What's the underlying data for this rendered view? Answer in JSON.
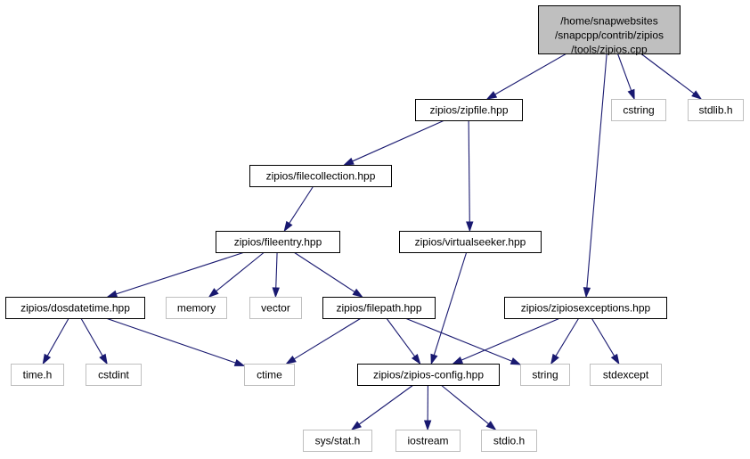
{
  "colors": {
    "edge": "#191970",
    "root_fill": "#bfbfbf",
    "node_border": "#000000",
    "external_border": "#bfbfbf",
    "text": "#000000"
  },
  "nodes": [
    {
      "id": "root",
      "kind": "root",
      "lines": [
        "/home/snapwebsites",
        "/snapcpp/contrib/zipios",
        "/tools/zipios.cpp"
      ]
    },
    {
      "id": "zipfile",
      "kind": "internal",
      "lines": [
        "zipios/zipfile.hpp"
      ]
    },
    {
      "id": "cstring",
      "kind": "external",
      "lines": [
        "cstring"
      ]
    },
    {
      "id": "stdlib",
      "kind": "external",
      "lines": [
        "stdlib.h"
      ]
    },
    {
      "id": "filecollection",
      "kind": "internal",
      "lines": [
        "zipios/filecollection.hpp"
      ]
    },
    {
      "id": "fileentry",
      "kind": "internal",
      "lines": [
        "zipios/fileentry.hpp"
      ]
    },
    {
      "id": "virtualseeker",
      "kind": "internal",
      "lines": [
        "zipios/virtualseeker.hpp"
      ]
    },
    {
      "id": "dosdatetime",
      "kind": "internal",
      "lines": [
        "zipios/dosdatetime.hpp"
      ]
    },
    {
      "id": "memory",
      "kind": "external",
      "lines": [
        "memory"
      ]
    },
    {
      "id": "vector",
      "kind": "external",
      "lines": [
        "vector"
      ]
    },
    {
      "id": "filepath",
      "kind": "internal",
      "lines": [
        "zipios/filepath.hpp"
      ]
    },
    {
      "id": "zipiosexceptions",
      "kind": "internal",
      "lines": [
        "zipios/zipiosexceptions.hpp"
      ]
    },
    {
      "id": "timeh",
      "kind": "external",
      "lines": [
        "time.h"
      ]
    },
    {
      "id": "cstdint",
      "kind": "external",
      "lines": [
        "cstdint"
      ]
    },
    {
      "id": "ctime",
      "kind": "external",
      "lines": [
        "ctime"
      ]
    },
    {
      "id": "zipiosconfig",
      "kind": "internal",
      "lines": [
        "zipios/zipios-config.hpp"
      ]
    },
    {
      "id": "string",
      "kind": "external",
      "lines": [
        "string"
      ]
    },
    {
      "id": "stdexcept",
      "kind": "external",
      "lines": [
        "stdexcept"
      ]
    },
    {
      "id": "sysstat",
      "kind": "external",
      "lines": [
        "sys/stat.h"
      ]
    },
    {
      "id": "iostream",
      "kind": "external",
      "lines": [
        "iostream"
      ]
    },
    {
      "id": "stdio",
      "kind": "external",
      "lines": [
        "stdio.h"
      ]
    }
  ],
  "edges": [
    {
      "from": "root",
      "to": "zipfile"
    },
    {
      "from": "root",
      "to": "cstring"
    },
    {
      "from": "root",
      "to": "stdlib"
    },
    {
      "from": "root",
      "to": "zipiosexceptions"
    },
    {
      "from": "zipfile",
      "to": "filecollection"
    },
    {
      "from": "zipfile",
      "to": "virtualseeker"
    },
    {
      "from": "filecollection",
      "to": "fileentry"
    },
    {
      "from": "fileentry",
      "to": "dosdatetime"
    },
    {
      "from": "fileentry",
      "to": "memory"
    },
    {
      "from": "fileentry",
      "to": "vector"
    },
    {
      "from": "fileentry",
      "to": "filepath"
    },
    {
      "from": "virtualseeker",
      "to": "zipiosconfig"
    },
    {
      "from": "dosdatetime",
      "to": "timeh"
    },
    {
      "from": "dosdatetime",
      "to": "cstdint"
    },
    {
      "from": "dosdatetime",
      "to": "ctime"
    },
    {
      "from": "filepath",
      "to": "ctime"
    },
    {
      "from": "filepath",
      "to": "zipiosconfig"
    },
    {
      "from": "filepath",
      "to": "string"
    },
    {
      "from": "zipiosexceptions",
      "to": "zipiosconfig"
    },
    {
      "from": "zipiosexceptions",
      "to": "string"
    },
    {
      "from": "zipiosexceptions",
      "to": "stdexcept"
    },
    {
      "from": "zipiosconfig",
      "to": "sysstat"
    },
    {
      "from": "zipiosconfig",
      "to": "iostream"
    },
    {
      "from": "zipiosconfig",
      "to": "stdio"
    }
  ]
}
